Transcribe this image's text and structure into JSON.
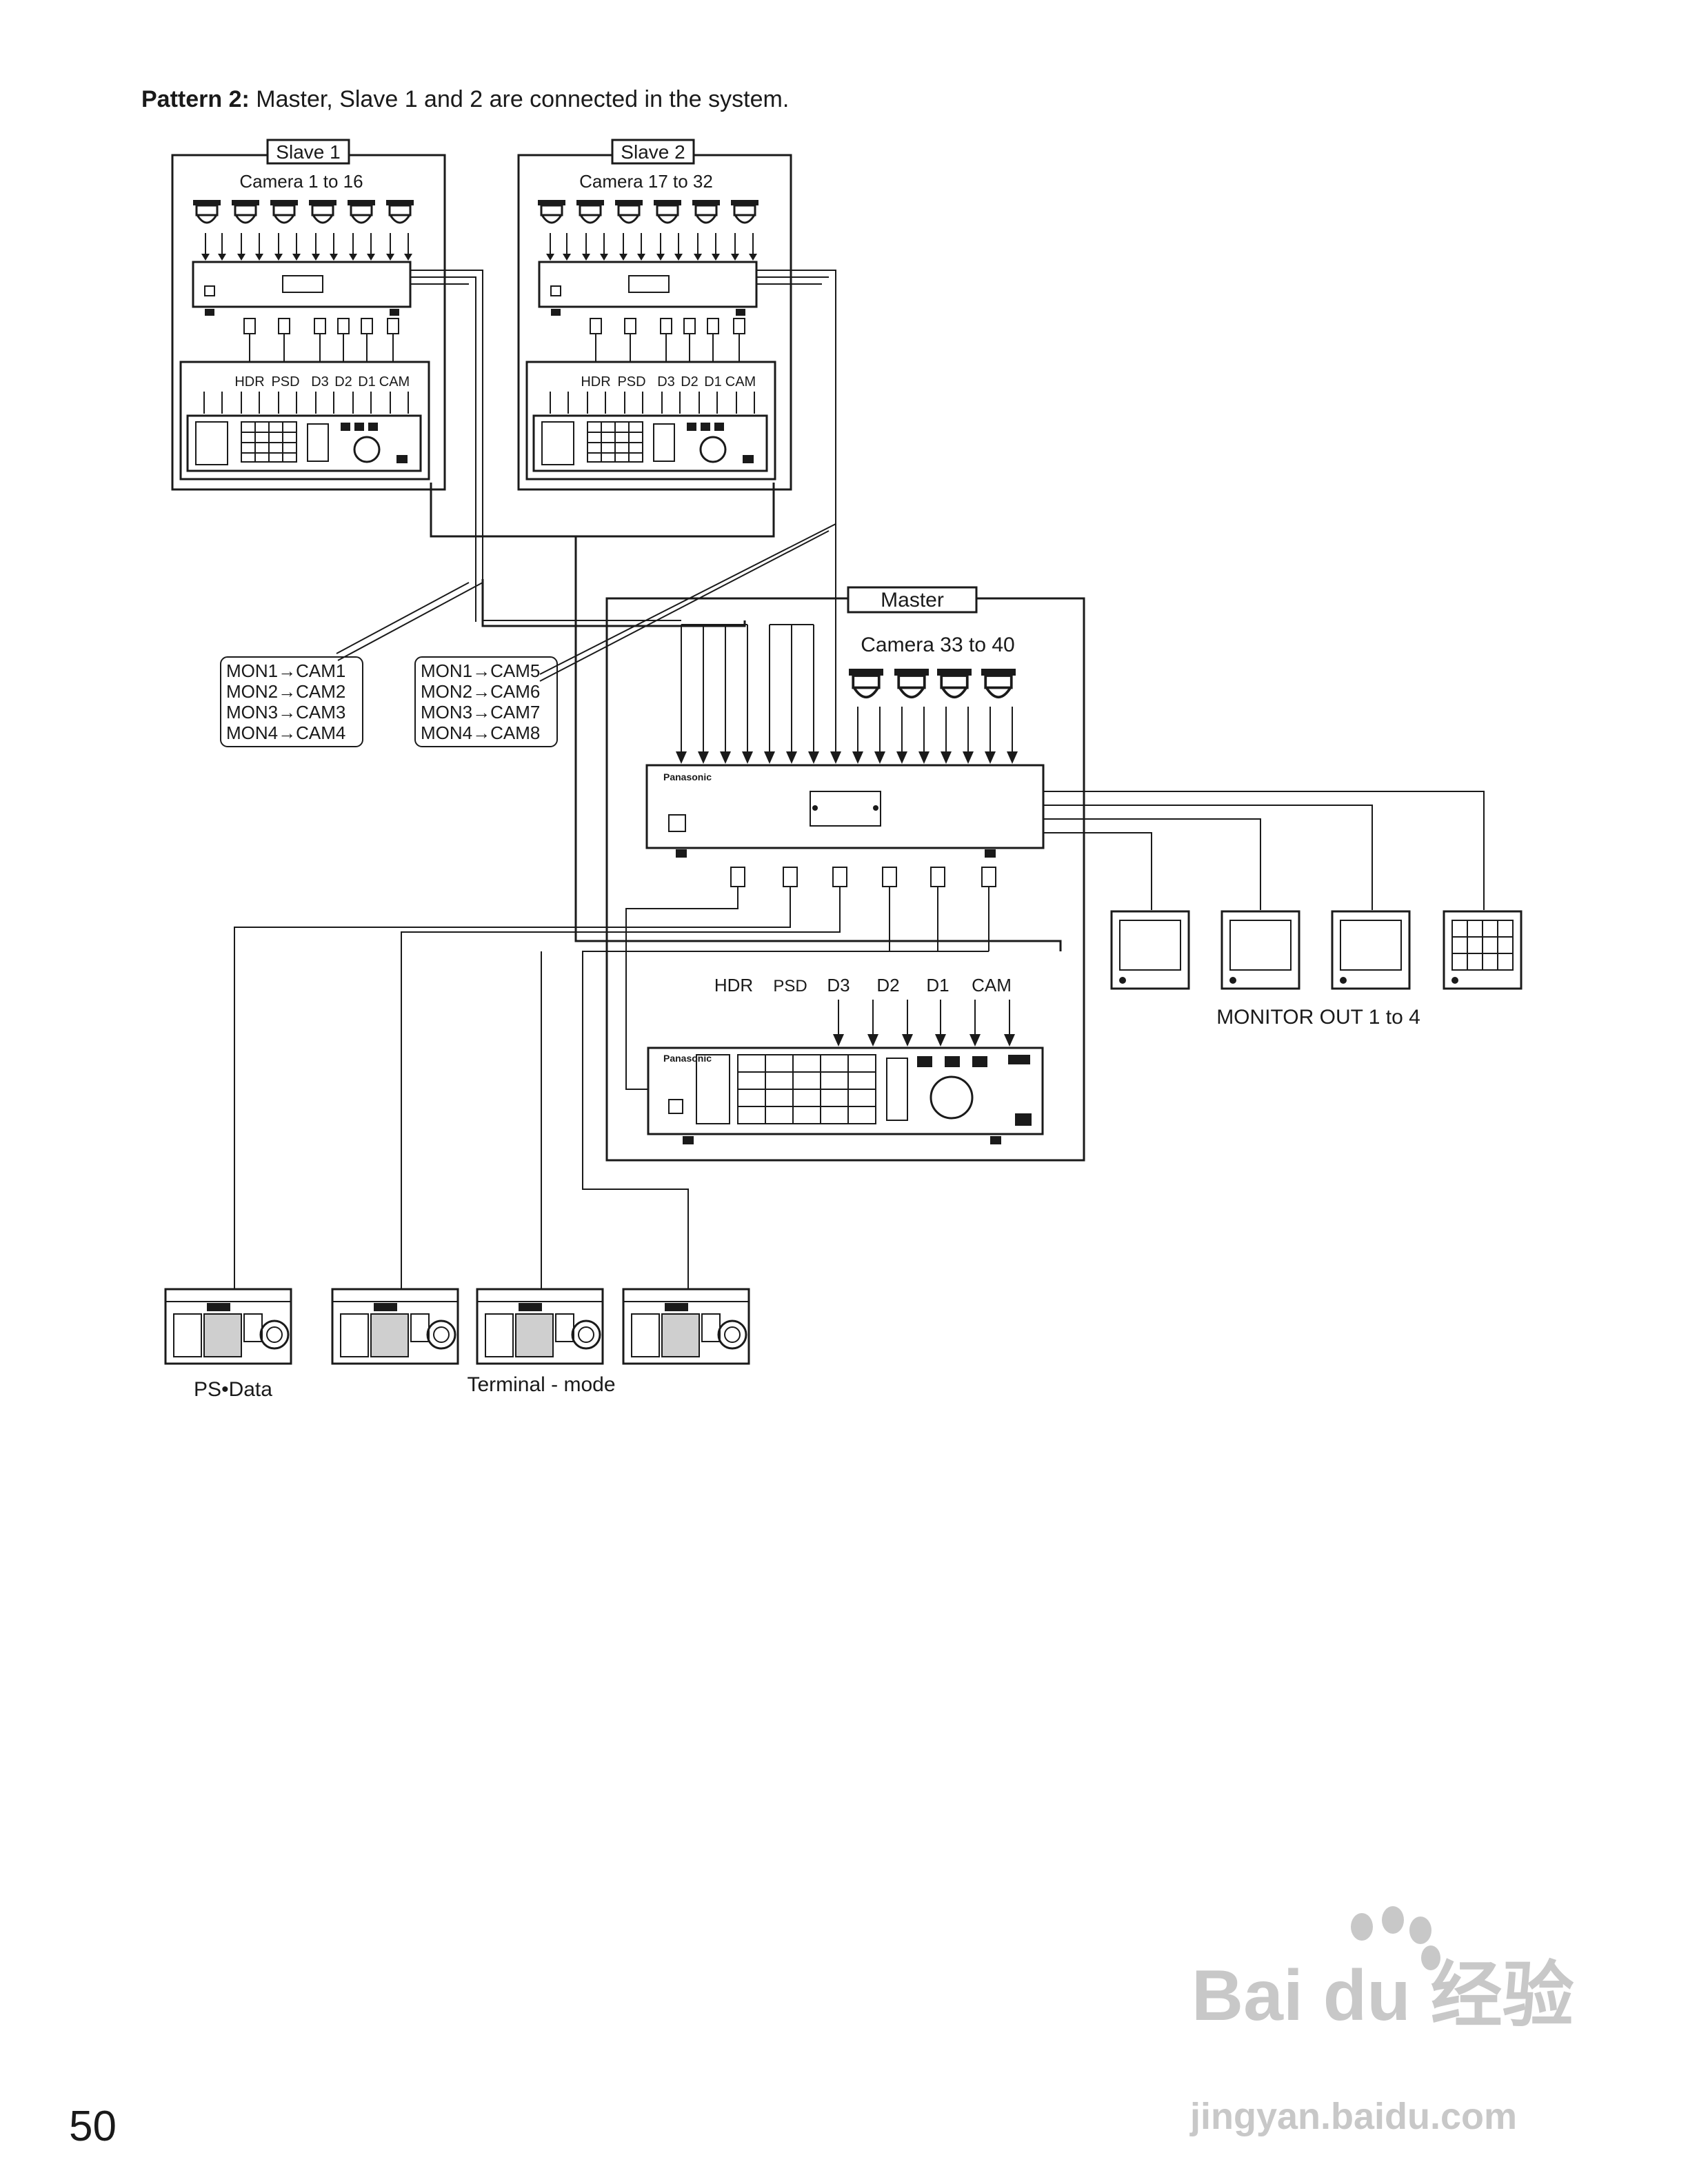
{
  "header": {
    "bold": "Pattern 2:",
    "rest": " Master, Slave 1 and 2 are connected in the system."
  },
  "slave1": {
    "title": "Slave 1",
    "cameras": "Camera 1 to 16",
    "ports": [
      "HDR",
      "PSD",
      "D3",
      "D2",
      "D1",
      "CAM"
    ]
  },
  "slave2": {
    "title": "Slave 2",
    "cameras": "Camera 17 to 32",
    "ports": [
      "HDR",
      "PSD",
      "D3",
      "D2",
      "D1",
      "CAM"
    ]
  },
  "master": {
    "title": "Master",
    "cameras": "Camera 33 to 40",
    "ports": [
      "HDR",
      "PSD",
      "D3",
      "D2",
      "D1",
      "CAM"
    ]
  },
  "brand": "Panasonic",
  "map1": [
    "MON1→CAM1",
    "MON2→CAM2",
    "MON3→CAM3",
    "MON4→CAM4"
  ],
  "map2": [
    "MON1→CAM5",
    "MON2→CAM6",
    "MON3→CAM7",
    "MON4→CAM8"
  ],
  "monitor_label": "MONITOR OUT 1 to 4",
  "ps_label": "PS•Data",
  "terminal_label": "Terminal - mode",
  "page_number": "50",
  "watermark": {
    "logo": "Bai du 经验",
    "url": "jingyan.baidu.com"
  }
}
